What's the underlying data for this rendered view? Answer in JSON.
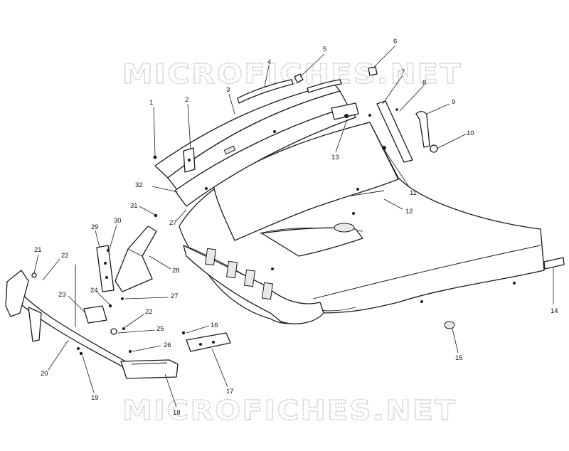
{
  "watermark": "MICROFICHES.NET",
  "callouts": [
    {
      "id": "c1",
      "label": "1"
    },
    {
      "id": "c2",
      "label": "2"
    },
    {
      "id": "c3",
      "label": "3"
    },
    {
      "id": "c4",
      "label": "4"
    },
    {
      "id": "c5",
      "label": "5"
    },
    {
      "id": "c6",
      "label": "6"
    },
    {
      "id": "c7",
      "label": "7"
    },
    {
      "id": "c8",
      "label": "8"
    },
    {
      "id": "c9",
      "label": "9"
    },
    {
      "id": "c10",
      "label": "10"
    },
    {
      "id": "c11",
      "label": "11"
    },
    {
      "id": "c12",
      "label": "12"
    },
    {
      "id": "c13",
      "label": "13"
    },
    {
      "id": "c14",
      "label": "14"
    },
    {
      "id": "c15",
      "label": "15"
    },
    {
      "id": "c16",
      "label": "16"
    },
    {
      "id": "c17",
      "label": "17"
    },
    {
      "id": "c18",
      "label": "18"
    },
    {
      "id": "c19",
      "label": "19"
    },
    {
      "id": "c20",
      "label": "20"
    },
    {
      "id": "c21",
      "label": "21"
    },
    {
      "id": "c22a",
      "label": "22"
    },
    {
      "id": "c22b",
      "label": "22"
    },
    {
      "id": "c23",
      "label": "23"
    },
    {
      "id": "c24",
      "label": "24"
    },
    {
      "id": "c25",
      "label": "25"
    },
    {
      "id": "c26",
      "label": "26"
    },
    {
      "id": "c27a",
      "label": "27"
    },
    {
      "id": "c27b",
      "label": "27"
    },
    {
      "id": "c28",
      "label": "28"
    },
    {
      "id": "c29",
      "label": "29"
    },
    {
      "id": "c30",
      "label": "30"
    },
    {
      "id": "c31",
      "label": "31"
    },
    {
      "id": "c32",
      "label": "32"
    }
  ]
}
